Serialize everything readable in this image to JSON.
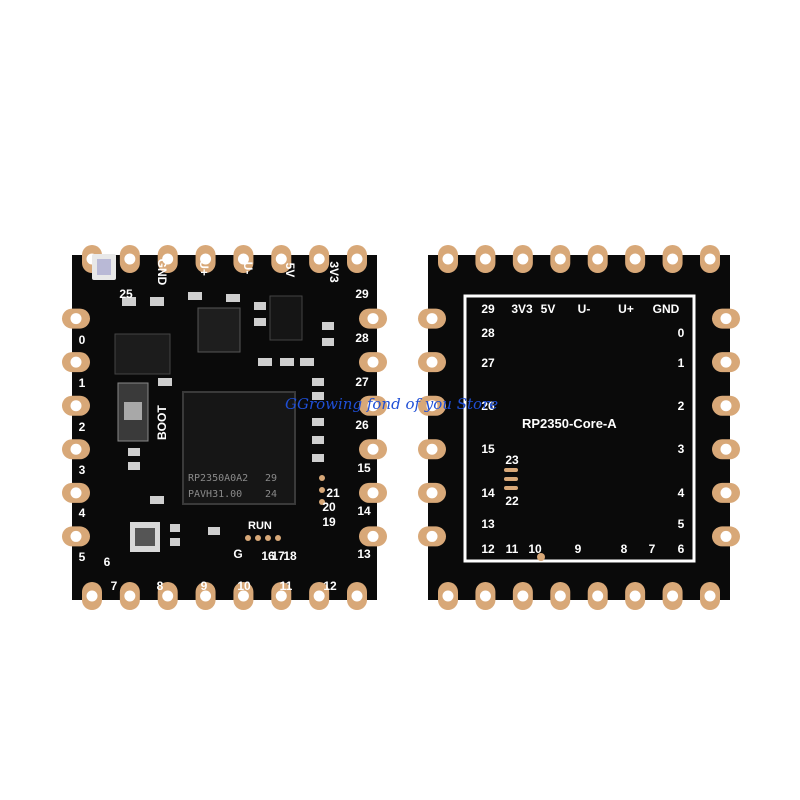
{
  "photo_subject": "RP2350 core board, front and back",
  "watermark": "GGrowing fond of you Store",
  "colors": {
    "board": "#0a0a0a",
    "pad": "#d8a878",
    "silkscreen": "#ffffff",
    "watermark": "#1f4fd6"
  },
  "front": {
    "top_labels": [
      "GND",
      "U+",
      "U-",
      "5V",
      "3V3"
    ],
    "left_labels": [
      "25",
      "0",
      "1",
      "2",
      "3",
      "4",
      "5",
      "6",
      "7"
    ],
    "right_labels": [
      "29",
      "28",
      "27",
      "26",
      "15",
      "14",
      "13"
    ],
    "bottom_labels": [
      "8",
      "9",
      "10",
      "11",
      "12"
    ],
    "inner_labels": [
      "21",
      "20",
      "19",
      "18",
      "17",
      "16",
      "G"
    ],
    "boot_label": "BOOT",
    "run_label": "RUN",
    "chip_line1": "RP2350A0A2",
    "chip_line2": "PAVH31.00",
    "chip_num1": "29",
    "chip_num2": "24"
  },
  "back": {
    "top_labels": [
      "29",
      "3V3",
      "5V",
      "U-",
      "U+",
      "GND"
    ],
    "left_labels": [
      "28",
      "27",
      "26",
      "15",
      "14",
      "13"
    ],
    "right_labels": [
      "0",
      "1",
      "2",
      "3",
      "4",
      "5",
      "6"
    ],
    "bottom_labels": [
      "12",
      "11",
      "10",
      "9",
      "8",
      "7"
    ],
    "inner_labels": [
      "23",
      "22"
    ],
    "title": "RP2350-Core-A"
  }
}
